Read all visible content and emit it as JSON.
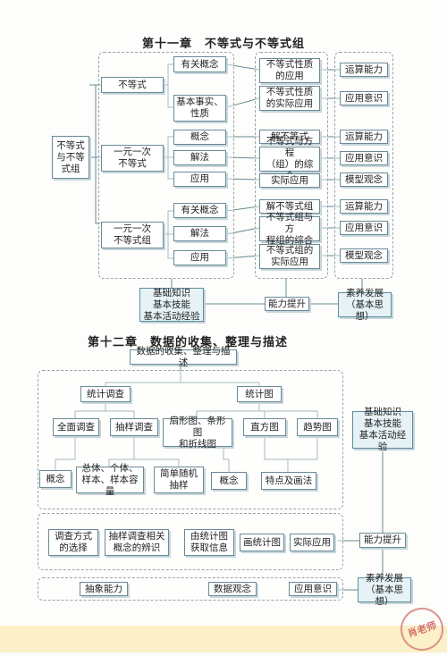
{
  "ch11": {
    "title": "第十一章　不等式与不等式组",
    "root": "不等式\n与不等\n式组",
    "b1": "不等式",
    "b2": "一元一次\n不等式",
    "b3": "一元一次\n不等式组",
    "c_youguan": "有关概念",
    "c_jiben": "基本事实、\n性质",
    "c_gainian": "概念",
    "c_jiefa": "解法",
    "c_yingyong": "应用",
    "c_youguan2": "有关概念",
    "c_jiefa2": "解法",
    "c_yingyong2": "应用",
    "d1": "不等式性质\n的应用",
    "d2": "不等式性质\n的实际应用",
    "d3": "解不等式",
    "d4": "不等式与方程\n（组）的综合",
    "d5": "实际应用",
    "d6": "解不等式组",
    "d7": "不等式组与方\n程组的综合",
    "d8": "不等式组的\n实际应用",
    "e1": "运算能力",
    "e2": "应用意识",
    "e3": "运算能力",
    "e4": "应用意识",
    "e5": "模型观念",
    "e6": "运算能力",
    "e7": "应用意识",
    "e8": "模型观念",
    "base": "基础知识\n基本技能\n基本活动经验",
    "ability": "能力提升",
    "literacy": "素养发展\n（基本思想）"
  },
  "ch12": {
    "title": "第十二章　数据的收集、整理与描述",
    "root": "数据的收集、整理与描述",
    "tongji_diaocha": "统计调查",
    "tongji_tu": "统计图",
    "quanmian": "全面调查",
    "chouyang": "抽样调查",
    "shanxing": "扇形图、条形图\n和折线图",
    "zhifang": "直方图",
    "qushi": "趋势图",
    "gainian1": "概念",
    "zongti": "总体、个体、\n样本、样本容量",
    "jiandan": "简单随机\n抽样",
    "gainian2": "概念",
    "tedian": "特点及画法",
    "diaocha_fangshi": "调查方式\n的选择",
    "chouyang_bianshi": "抽样调查相关\n概念的辨识",
    "you_tongjitu": "由统计图\n获取信息",
    "hua_tongjitu": "画统计图",
    "shiji": "实际应用",
    "chouxiang": "抽象能力",
    "shuju": "数据观念",
    "yingyong_yishi": "应用意识",
    "base": "基础知识\n基本技能\n基本活动经验",
    "ability": "能力提升",
    "literacy": "素养发展\n（基本思想）"
  },
  "stamp": "肖老师"
}
